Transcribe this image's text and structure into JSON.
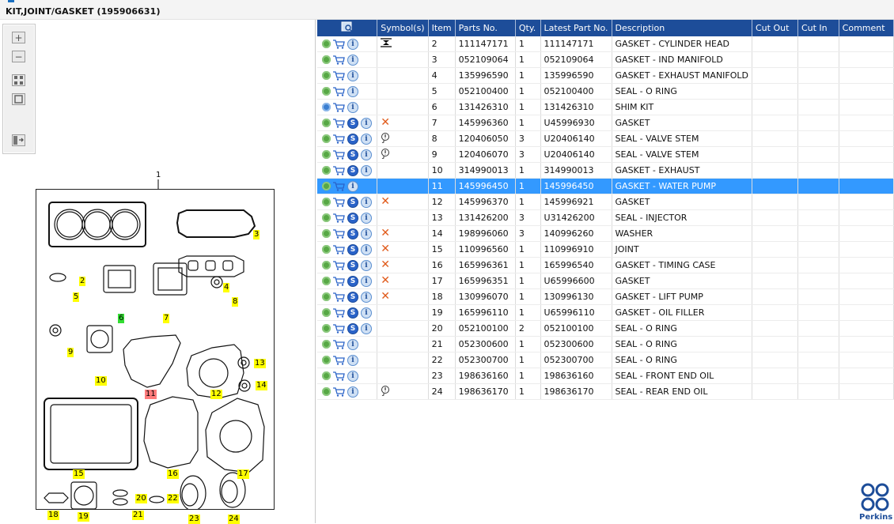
{
  "window": {
    "title": "KIT,JOINT/GASKET (195906631)"
  },
  "diagram": {
    "assembly_label": "1",
    "callouts": [
      {
        "n": "2",
        "hl": "yellow"
      },
      {
        "n": "3",
        "hl": "yellow"
      },
      {
        "n": "4",
        "hl": "yellow"
      },
      {
        "n": "5",
        "hl": "yellow"
      },
      {
        "n": "6",
        "hl": "green"
      },
      {
        "n": "7",
        "hl": "yellow"
      },
      {
        "n": "8",
        "hl": "yellow"
      },
      {
        "n": "9",
        "hl": "yellow"
      },
      {
        "n": "10",
        "hl": "yellow"
      },
      {
        "n": "11",
        "hl": "red"
      },
      {
        "n": "12",
        "hl": "yellow"
      },
      {
        "n": "13",
        "hl": "yellow"
      },
      {
        "n": "14",
        "hl": "yellow"
      },
      {
        "n": "15",
        "hl": "yellow"
      },
      {
        "n": "16",
        "hl": "yellow"
      },
      {
        "n": "17",
        "hl": "yellow"
      },
      {
        "n": "18",
        "hl": "yellow"
      },
      {
        "n": "19",
        "hl": "yellow"
      },
      {
        "n": "20",
        "hl": "yellow"
      },
      {
        "n": "21",
        "hl": "yellow"
      },
      {
        "n": "22",
        "hl": "yellow"
      },
      {
        "n": "23",
        "hl": "yellow"
      },
      {
        "n": "24",
        "hl": "yellow"
      }
    ]
  },
  "toolbar": {
    "buttons": [
      "zoom-in-icon",
      "zoom-out-icon",
      "fit-icon",
      "actual-size-icon",
      "layout-icon"
    ]
  },
  "table": {
    "columns": [
      "",
      "Symbol(s)",
      "Item",
      "Parts No.",
      "Qty.",
      "Latest Part No.",
      "Description",
      "Cut Out",
      "Cut In",
      "Comment"
    ],
    "rows": [
      {
        "gear": "green",
        "s": false,
        "sym": "dim",
        "item": "2",
        "part": "111147171",
        "qty": "1",
        "latest": "111147171",
        "desc": "GASKET - CYLINDER HEAD"
      },
      {
        "gear": "green",
        "s": false,
        "sym": "",
        "item": "3",
        "part": "052109064",
        "qty": "1",
        "latest": "052109064",
        "desc": "GASKET - IND MANIFOLD"
      },
      {
        "gear": "green",
        "s": false,
        "sym": "",
        "item": "4",
        "part": "135996590",
        "qty": "1",
        "latest": "135996590",
        "desc": "GASKET - EXHAUST MANIFOLD"
      },
      {
        "gear": "green",
        "s": false,
        "sym": "",
        "item": "5",
        "part": "052100400",
        "qty": "1",
        "latest": "052100400",
        "desc": "SEAL - O RING"
      },
      {
        "gear": "blue",
        "s": false,
        "sym": "",
        "item": "6",
        "part": "131426310",
        "qty": "1",
        "latest": "131426310",
        "desc": "SHIM KIT"
      },
      {
        "gear": "green",
        "s": true,
        "sym": "x",
        "item": "7",
        "part": "145996360",
        "qty": "1",
        "latest": "U45996930",
        "desc": "GASKET"
      },
      {
        "gear": "green",
        "s": true,
        "sym": "bulb",
        "item": "8",
        "part": "120406050",
        "qty": "3",
        "latest": "U20406140",
        "desc": "SEAL - VALVE STEM"
      },
      {
        "gear": "green",
        "s": true,
        "sym": "bulb",
        "item": "9",
        "part": "120406070",
        "qty": "3",
        "latest": "U20406140",
        "desc": "SEAL - VALVE STEM"
      },
      {
        "gear": "green",
        "s": true,
        "sym": "",
        "item": "10",
        "part": "314990013",
        "qty": "1",
        "latest": "314990013",
        "desc": "GASKET - EXHAUST"
      },
      {
        "gear": "green",
        "s": false,
        "sym": "",
        "item": "11",
        "part": "145996450",
        "qty": "1",
        "latest": "145996450",
        "desc": "GASKET - WATER PUMP",
        "selected": true
      },
      {
        "gear": "green",
        "s": true,
        "sym": "x",
        "item": "12",
        "part": "145996370",
        "qty": "1",
        "latest": "145996921",
        "desc": "GASKET"
      },
      {
        "gear": "green",
        "s": true,
        "sym": "",
        "item": "13",
        "part": "131426200",
        "qty": "3",
        "latest": "U31426200",
        "desc": "SEAL - INJECTOR"
      },
      {
        "gear": "green",
        "s": true,
        "sym": "x",
        "item": "14",
        "part": "198996060",
        "qty": "3",
        "latest": "140996260",
        "desc": "WASHER"
      },
      {
        "gear": "green",
        "s": true,
        "sym": "x",
        "item": "15",
        "part": "110996560",
        "qty": "1",
        "latest": "110996910",
        "desc": "JOINT"
      },
      {
        "gear": "green",
        "s": true,
        "sym": "x",
        "item": "16",
        "part": "165996361",
        "qty": "1",
        "latest": "165996540",
        "desc": "GASKET - TIMING CASE"
      },
      {
        "gear": "green",
        "s": true,
        "sym": "x",
        "item": "17",
        "part": "165996351",
        "qty": "1",
        "latest": "U65996600",
        "desc": "GASKET"
      },
      {
        "gear": "green",
        "s": true,
        "sym": "x",
        "item": "18",
        "part": "130996070",
        "qty": "1",
        "latest": "130996130",
        "desc": "GASKET - LIFT PUMP"
      },
      {
        "gear": "green",
        "s": true,
        "sym": "",
        "item": "19",
        "part": "165996110",
        "qty": "1",
        "latest": "U65996110",
        "desc": "GASKET - OIL FILLER"
      },
      {
        "gear": "green",
        "s": true,
        "sym": "",
        "item": "20",
        "part": "052100100",
        "qty": "2",
        "latest": "052100100",
        "desc": "SEAL - O RING"
      },
      {
        "gear": "green",
        "s": false,
        "sym": "",
        "item": "21",
        "part": "052300600",
        "qty": "1",
        "latest": "052300600",
        "desc": "SEAL - O RING"
      },
      {
        "gear": "green",
        "s": false,
        "sym": "",
        "item": "22",
        "part": "052300700",
        "qty": "1",
        "latest": "052300700",
        "desc": "SEAL - O RING"
      },
      {
        "gear": "green",
        "s": false,
        "sym": "",
        "item": "23",
        "part": "198636160",
        "qty": "1",
        "latest": "198636160",
        "desc": "SEAL - FRONT END OIL"
      },
      {
        "gear": "green",
        "s": false,
        "sym": "bulb",
        "item": "24",
        "part": "198636170",
        "qty": "1",
        "latest": "198636170",
        "desc": "SEAL - REAR END OIL"
      }
    ]
  },
  "brand": {
    "name": "Perkins",
    "color": "#1d4d99"
  },
  "colors": {
    "header_bg": "#1d4d99",
    "selected_row": "#3399ff",
    "callout": "#ffff00",
    "callout_selected": "#33dd33",
    "callout_alt": "#ff7b7b"
  }
}
